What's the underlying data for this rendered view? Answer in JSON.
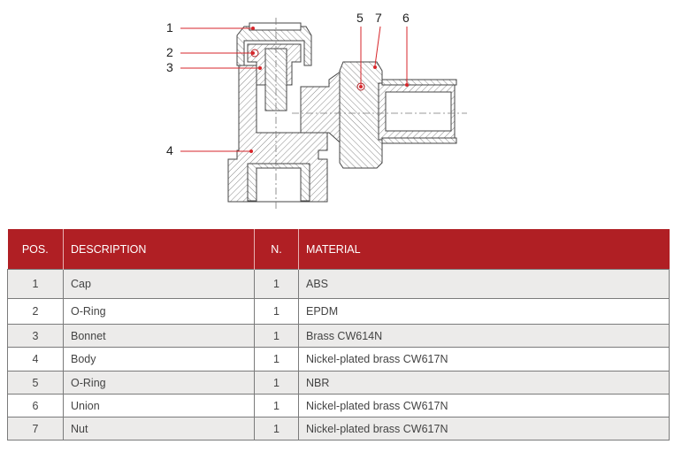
{
  "callouts": [
    "1",
    "2",
    "3",
    "4",
    "5",
    "7",
    "6"
  ],
  "table": {
    "headers": {
      "pos": "POS.",
      "description": "DESCRIPTION",
      "n": "N.",
      "material": "MATERIAL"
    },
    "rows": [
      {
        "pos": "1",
        "description": "Cap",
        "n": "1",
        "material": "ABS"
      },
      {
        "pos": "2",
        "description": "O-Ring",
        "n": "1",
        "material": "EPDM"
      },
      {
        "pos": "3",
        "description": "Bonnet",
        "n": "1",
        "material": "Brass CW614N"
      },
      {
        "pos": "4",
        "description": "Body",
        "n": "1",
        "material": "Nickel-plated brass CW617N"
      },
      {
        "pos": "5",
        "description": "O-Ring",
        "n": "1",
        "material": "NBR"
      },
      {
        "pos": "6",
        "description": "Union",
        "n": "1",
        "material": "Nickel-plated brass CW617N"
      },
      {
        "pos": "7",
        "description": "Nut",
        "n": "1",
        "material": "Nickel-plated brass CW617N"
      }
    ]
  },
  "colors": {
    "header_bg": "#b01f24",
    "row_alt": "#ecebea",
    "callout_line": "#d7262b"
  }
}
